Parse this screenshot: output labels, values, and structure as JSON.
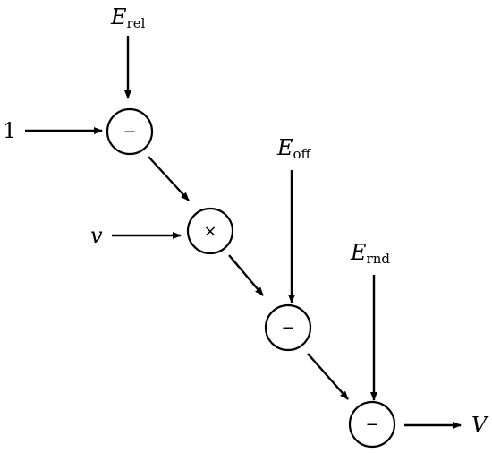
{
  "nodes": {
    "sub1": {
      "symbol": "−"
    },
    "mul": {
      "symbol": "×"
    },
    "sub2": {
      "symbol": "−"
    },
    "sub3": {
      "symbol": "−"
    }
  },
  "inputs": {
    "one": {
      "text": "1"
    },
    "e_rel": {
      "base": "E",
      "sub": "rel"
    },
    "v": {
      "text": "v"
    },
    "e_off": {
      "base": "E",
      "sub": "off"
    },
    "e_rnd": {
      "base": "E",
      "sub": "rnd"
    }
  },
  "output": {
    "text": "V"
  }
}
